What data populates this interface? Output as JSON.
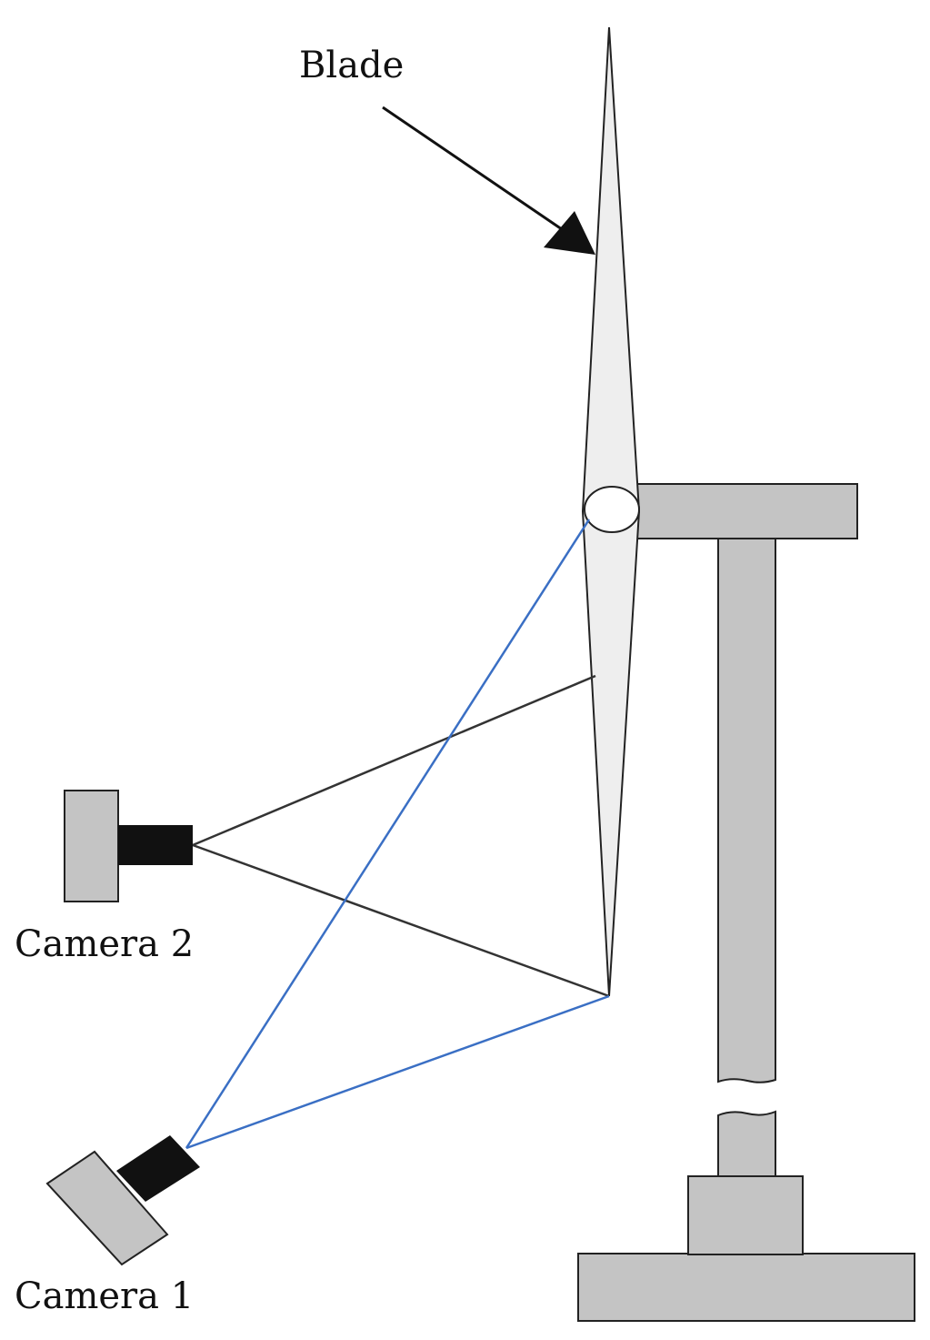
{
  "labels": {
    "blade": "Blade",
    "camera_2": "Camera 2",
    "camera_1": "Camera 1"
  },
  "colors": {
    "part_fill": "#c4c4c4",
    "blade_fill": "#eeeeee",
    "lens_fill": "#111111",
    "outline": "#222222",
    "camera1_ray": "#3a6fc4",
    "camera2_ray": "#333333"
  }
}
